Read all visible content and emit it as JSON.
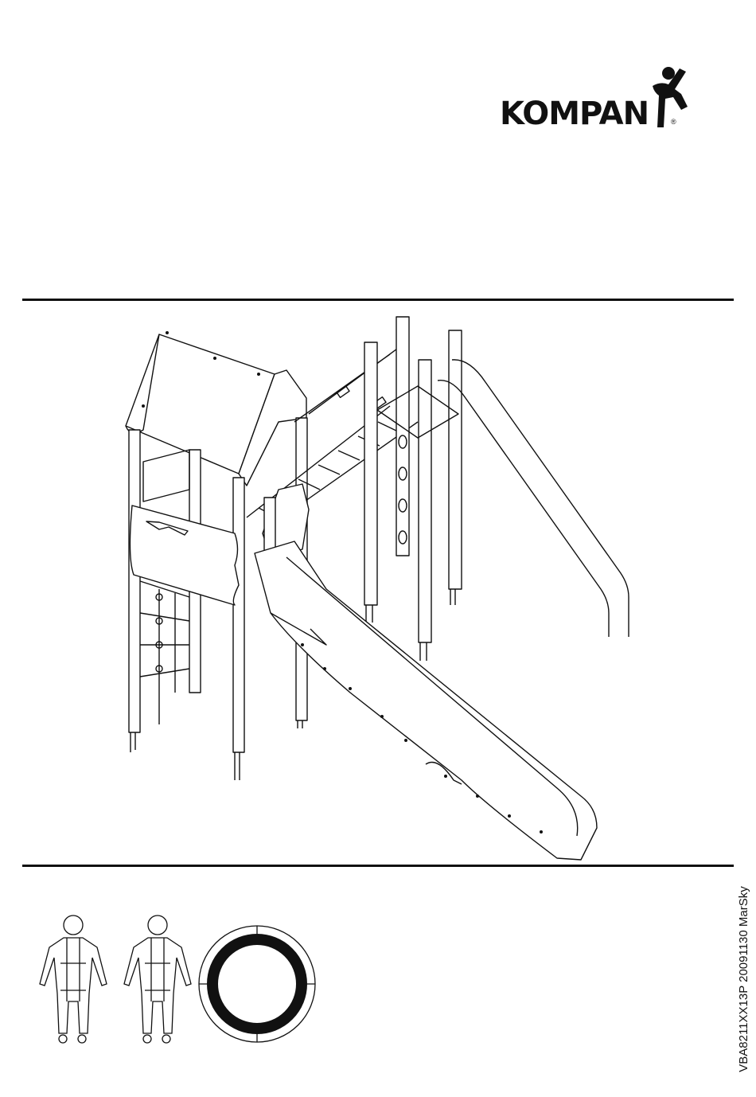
{
  "brand": {
    "name": "KOMPAN",
    "registered": "®"
  },
  "document": {
    "code": "VBA8211XX13P 20091130  MarSky"
  },
  "illustration": {
    "subject": "playground-tower-with-slide"
  },
  "icons": [
    "person-front-icon",
    "person-front-icon",
    "tools-ring-icon"
  ]
}
